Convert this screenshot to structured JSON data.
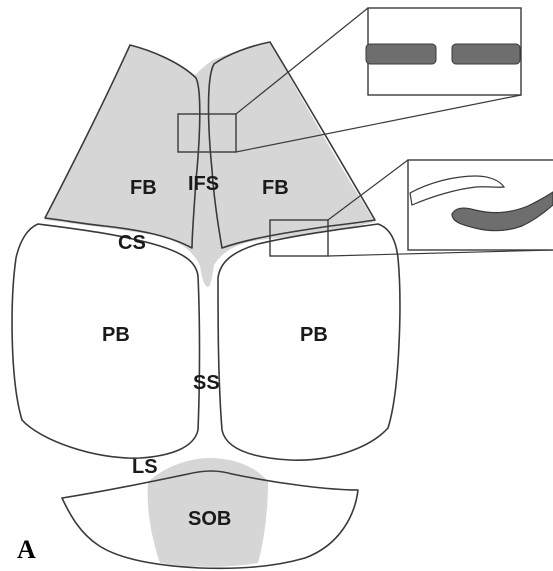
{
  "panel_label": "A",
  "labels": {
    "frontal_left": "FB",
    "frontal_right": "FB",
    "interfrontal_suture": "IFS",
    "coronal_suture": "CS",
    "parietal_left": "PB",
    "parietal_right": "PB",
    "sagittal_suture": "SS",
    "lambdoid_suture": "LS",
    "supraoccipital_bone": "SOB"
  },
  "colors": {
    "shaded_region": "#d6d6d6",
    "outline": "#3a3a3a",
    "inset_bar": "#6e6e6e"
  }
}
